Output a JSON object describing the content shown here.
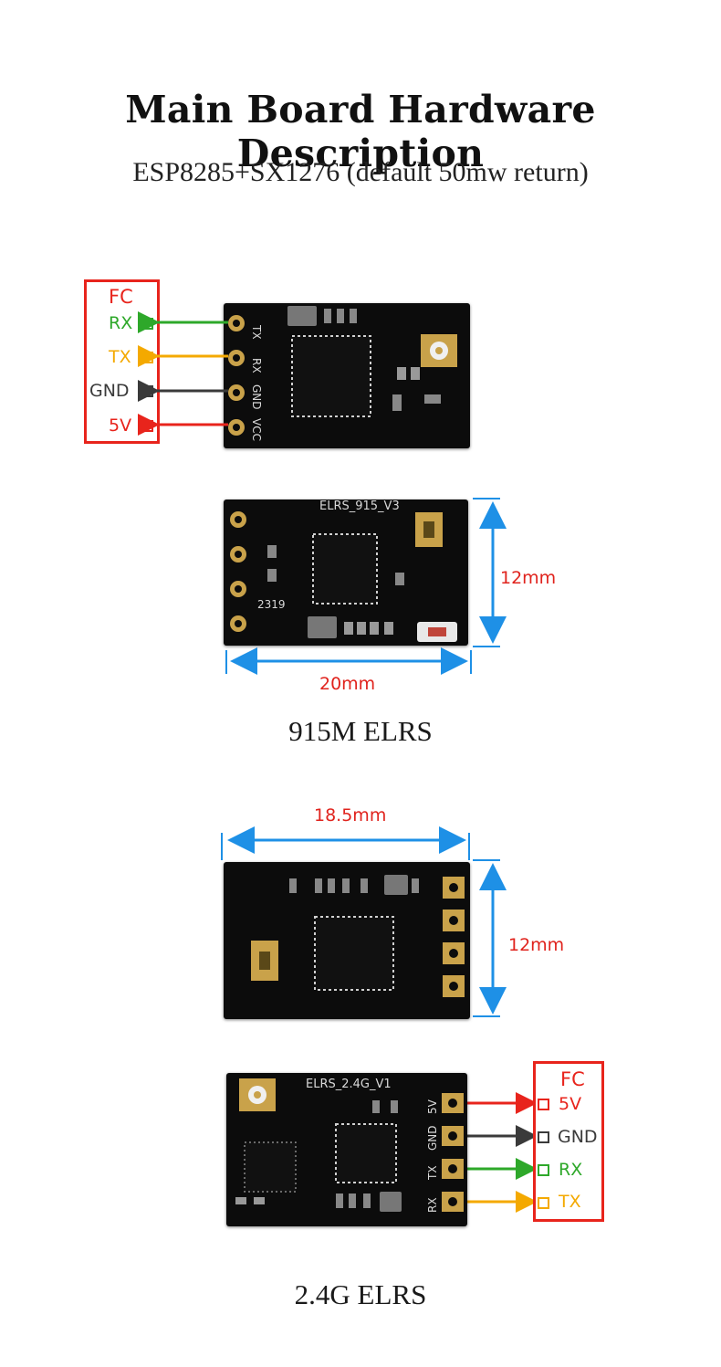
{
  "header": {
    "title": "Main Board Hardware Description",
    "subtitle": "ESP8285+SX1276 (default 50mw return)"
  },
  "board_915": {
    "caption": "915M ELRS",
    "silkscreen": "ELRS_915_V3",
    "chip_marking": "2319",
    "pin_labels": [
      "TX",
      "RX",
      "GND",
      "VCC"
    ],
    "width_label": "20mm",
    "height_label": "12mm",
    "fc": {
      "title": "FC",
      "pins": [
        {
          "label": "RX",
          "color": "#2ea82a"
        },
        {
          "label": "TX",
          "color": "#f4a900"
        },
        {
          "label": "GND",
          "color": "#3a3a3a"
        },
        {
          "label": "5V",
          "color": "#e8241c"
        }
      ]
    }
  },
  "board_24": {
    "caption": "2.4G ELRS",
    "silkscreen": "ELRS_2.4G_V1",
    "pin_labels": [
      "5V",
      "GND",
      "TX",
      "RX"
    ],
    "width_label": "18.5mm",
    "height_label": "12mm",
    "fc": {
      "title": "FC",
      "pins": [
        {
          "label": "5V",
          "color": "#e8241c"
        },
        {
          "label": "GND",
          "color": "#3a3a3a"
        },
        {
          "label": "RX",
          "color": "#2ea82a"
        },
        {
          "label": "TX",
          "color": "#f4a900"
        }
      ]
    }
  },
  "colors": {
    "dimension_arrow": "#1e90e6",
    "dimension_text": "#e0231d",
    "fc_border": "#e8241c"
  }
}
